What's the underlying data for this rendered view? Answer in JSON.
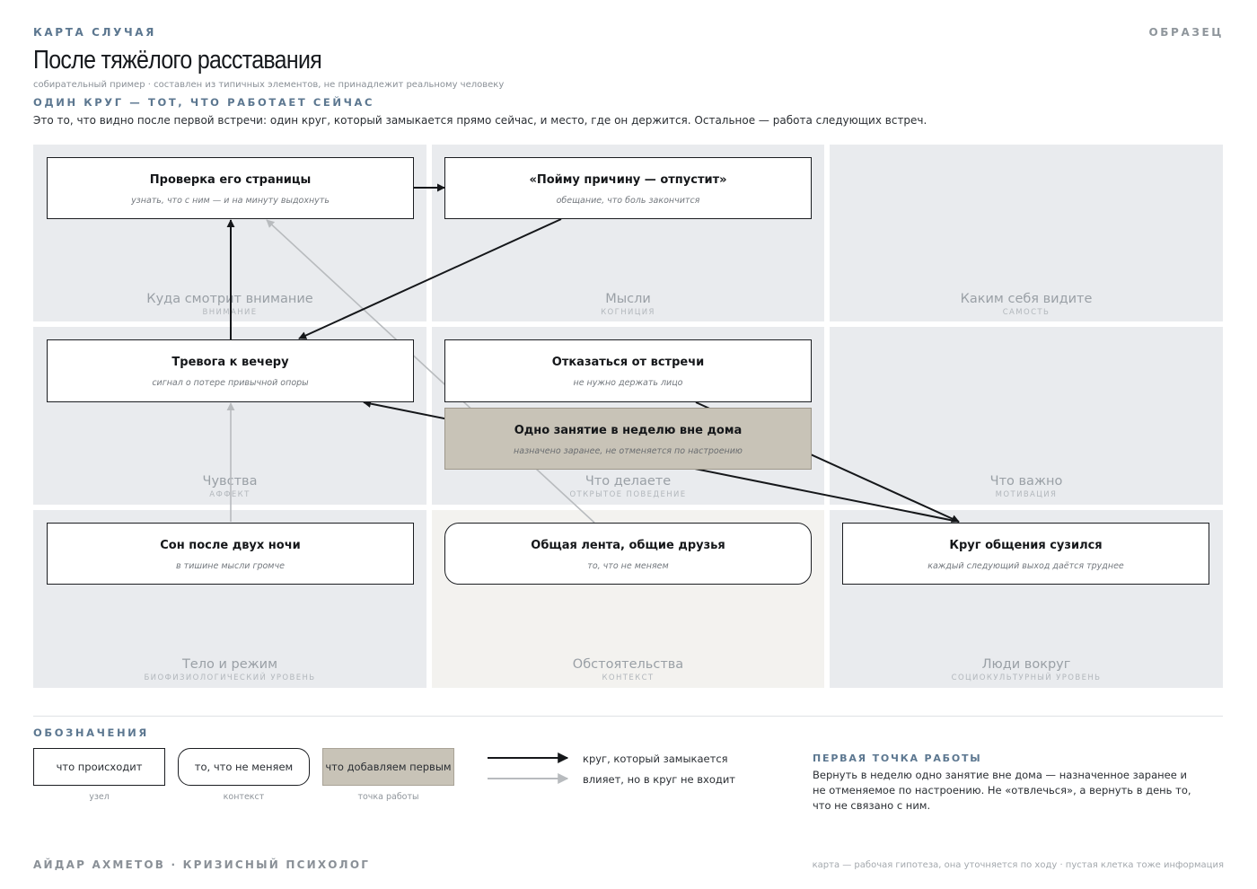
{
  "header": {
    "eyebrow": "КАРТА СЛУЧАЯ",
    "badge": "ОБРАЗЕЦ",
    "title": "После тяжёлого расставания",
    "subnote": "собирательный пример · составлен из типичных элементов, не принадлежит реальному человеку",
    "section_label": "ОДИН КРУГ — ТОТ, ЧТО РАБОТАЕТ СЕЙЧАС",
    "intro": "Это то, что видно после первой встречи: один круг, который замыкается прямо сейчас, и место, где он держится. Остальное — работа следующих встреч."
  },
  "grid": {
    "cells": [
      {
        "name": "Куда смотрит внимание",
        "sub": "ВНИМАНИЕ"
      },
      {
        "name": "Мысли",
        "sub": "КОГНИЦИЯ"
      },
      {
        "name": "Каким себя видите",
        "sub": "САМОСТЬ"
      },
      {
        "name": "Чувства",
        "sub": "АФФЕКТ"
      },
      {
        "name": "Что делаете",
        "sub": "ОТКРЫТОЕ ПОВЕДЕНИЕ"
      },
      {
        "name": "Что важно",
        "sub": "МОТИВАЦИЯ"
      },
      {
        "name": "Тело и режим",
        "sub": "БИОФИЗИОЛОГИЧЕСКИЙ УРОВЕНЬ"
      },
      {
        "name": "Обстоятельства",
        "sub": "КОНТЕКСТ"
      },
      {
        "name": "Люди вокруг",
        "sub": "СОЦИОКУЛЬТУРНЫЙ УРОВЕНЬ"
      }
    ]
  },
  "nodes": {
    "check_page": {
      "title": "Проверка его страницы",
      "desc": "узнать, что с ним — и на минуту выдохнуть"
    },
    "understand_reason": {
      "title": "«Пойму причину — отпустит»",
      "desc": "обещание, что боль закончится"
    },
    "evening_anxiety": {
      "title": "Тревога к вечеру",
      "desc": "сигнал о потере привычной опоры"
    },
    "refuse_meeting": {
      "title": "Отказаться от встречи",
      "desc": "не нужно держать лицо"
    },
    "weekly_activity": {
      "title": "Одно занятие в неделю вне дома",
      "desc": "назначено заранее, не отменяется по настроению"
    },
    "sleep": {
      "title": "Сон после двух ночи",
      "desc": "в тишине мысли громче"
    },
    "shared_feed": {
      "title": "Общая лента, общие друзья",
      "desc": "то, что не меняем"
    },
    "social_circle": {
      "title": "Круг общения сузился",
      "desc": "каждый следующий выход даётся труднее"
    }
  },
  "legend": {
    "title": "ОБОЗНАЧЕНИЯ",
    "boxes": [
      {
        "label": "что происходит",
        "caption": "узел"
      },
      {
        "label": "то, что не меняем",
        "caption": "контекст"
      },
      {
        "label": "что добавляем первым",
        "caption": "точка работы"
      }
    ],
    "lines": [
      {
        "label": "круг, который замыкается"
      },
      {
        "label": "влияет, но в круг не входит"
      }
    ]
  },
  "first_point": {
    "title": "ПЕРВАЯ ТОЧКА РАБОТЫ",
    "lines": [
      "Вернуть в неделю одно занятие вне дома — назначенное заранее и",
      "не отменяемое по настроению. Не «отвлечься», а вернуть в день то,",
      "что не связано с ним."
    ]
  },
  "footer": {
    "left": "АЙДАР АХМЕТОВ · КРИЗИСНЫЙ ПСИХОЛОГ",
    "right": "карта — рабочая гипотеза, она уточняется по ходу · пустая клетка тоже информация"
  },
  "colors": {
    "cell_bg": "#e9ebee",
    "context_cell_bg": "#f3f2ef",
    "focus_node_bg": "#c8c3b7",
    "loop_arrow": "#15171a",
    "influence_arrow": "#b8bbbe",
    "accent_label": "#5c7790"
  }
}
